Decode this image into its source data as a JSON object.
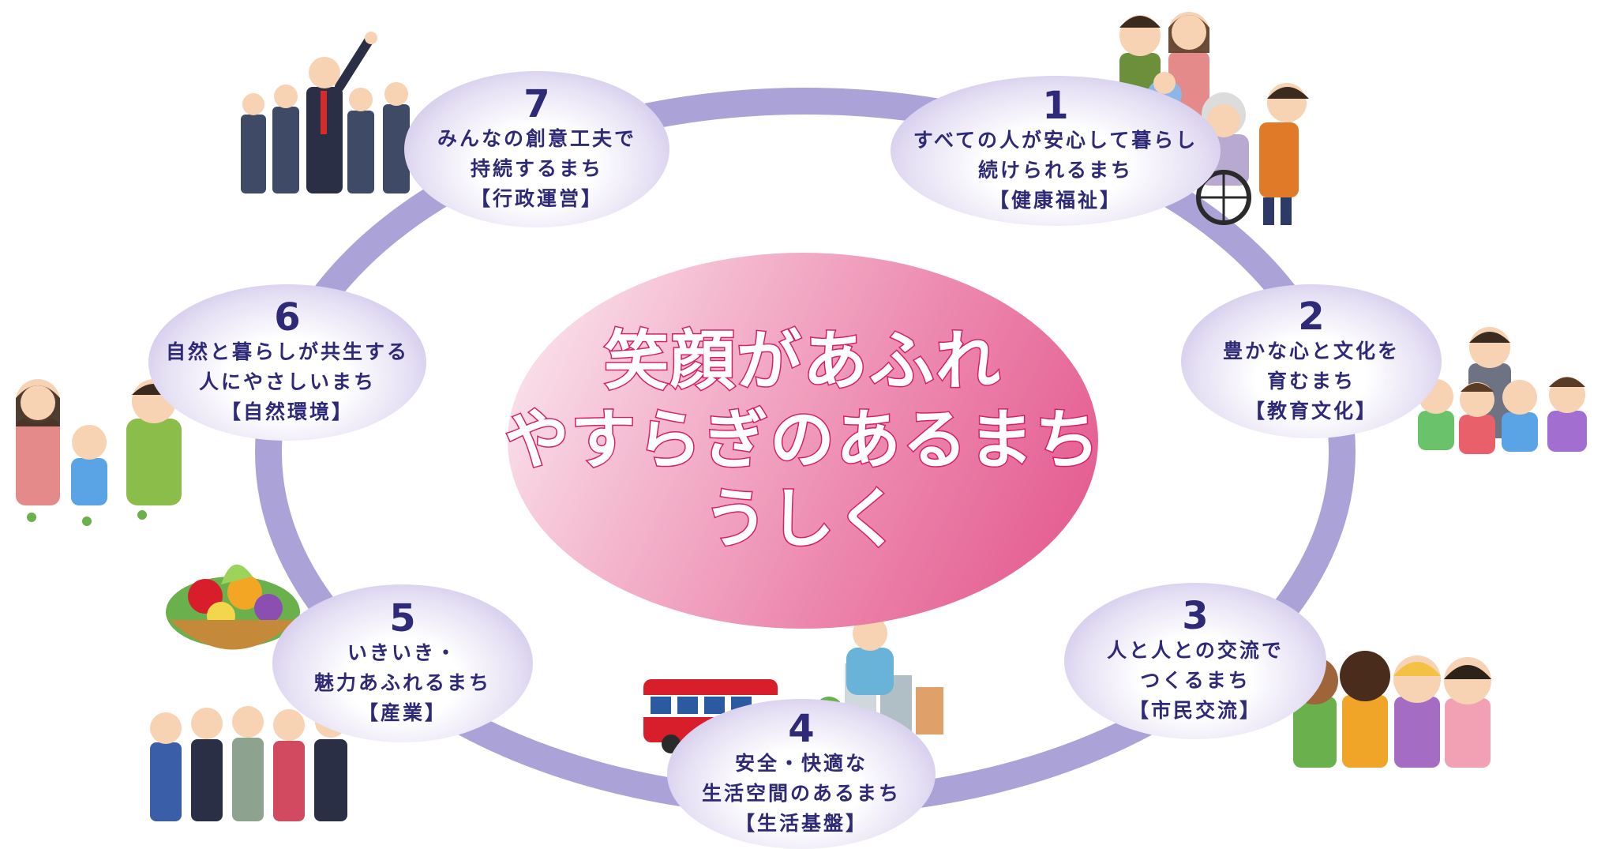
{
  "center": {
    "lines": [
      "笑顔があふれ",
      "やすらぎのあるまち",
      "うしく"
    ],
    "gradient_colors": [
      "#fbeef3",
      "#e2538a"
    ],
    "outline_color": "#d81e66"
  },
  "ring_color": "#aba3d8",
  "node_text_color": "#2e2a78",
  "nodes": [
    {
      "number": "1",
      "lines": [
        "すべての人が安心して暮らし",
        "続けられるまち"
      ],
      "category": "【健康福祉】"
    },
    {
      "number": "2",
      "lines": [
        "豊かな心と文化を",
        "育むまち"
      ],
      "category": "【教育文化】"
    },
    {
      "number": "3",
      "lines": [
        "人と人との交流で",
        "つくるまち"
      ],
      "category": "【市民交流】"
    },
    {
      "number": "4",
      "lines": [
        "安全・快適な",
        "生活空間のあるまち"
      ],
      "category": "【生活基盤】"
    },
    {
      "number": "5",
      "lines": [
        "いきいき・",
        "魅力あふれるまち"
      ],
      "category": "【産業】"
    },
    {
      "number": "6",
      "lines": [
        "自然と暮らしが共生する",
        "人にやさしいまち"
      ],
      "category": "【自然環境】"
    },
    {
      "number": "7",
      "lines": [
        "みんなの創意工夫で",
        "持続するまち"
      ],
      "category": "【行政運営】"
    }
  ],
  "illustrations": [
    "family-wheelchair-illustration",
    "children-teacher-illustration",
    "diverse-friends-illustration",
    "bus-town-illustration",
    "vegetable-basket-workers-illustration",
    "family-nature-illustration",
    "business-team-illustration"
  ]
}
